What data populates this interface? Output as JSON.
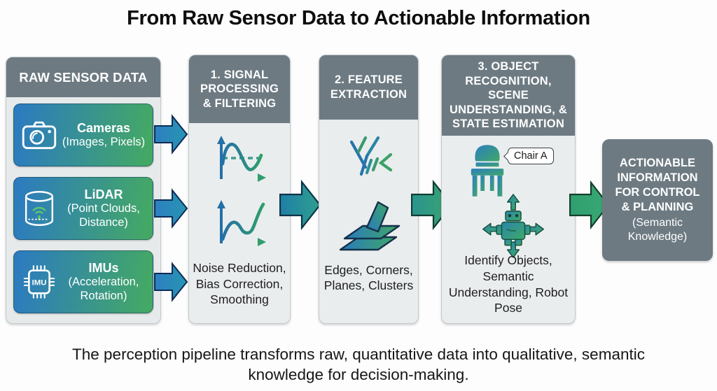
{
  "title": "From Raw Sensor Data to Actionable Information",
  "caption": "The perception pipeline transforms raw, quantitative data into qualitative, semantic knowledge for decision-making.",
  "colors": {
    "header_gray": "#6d7a82",
    "panel_body_gray": "#eaedee",
    "card_gradient_blue": "#2b7ac2",
    "card_gradient_green": "#45aa61",
    "arrow_blue": "#2d7fc0",
    "arrow_teal": "#2a938d",
    "arrow_green": "#35a46e",
    "outline_navy": "#0e2c55"
  },
  "sensor_panel": {
    "header": "RAW SENSOR DATA",
    "items": [
      {
        "icon": "camera-icon",
        "name": "Cameras",
        "detail": "(Images, Pixels)"
      },
      {
        "icon": "lidar-icon",
        "name": "LiDAR",
        "detail": "(Point Clouds, Distance)"
      },
      {
        "icon": "imu-chip-icon",
        "name": "IMUs",
        "detail": "(Acceleration, Rotation)",
        "chip_label": "IMU"
      }
    ]
  },
  "stages": [
    {
      "header": "1. SIGNAL PROCESSING & FILTERING",
      "body": "Noise Reduction, Bias Correction, Smoothing",
      "icons": [
        "signal-wave-chart-icon",
        "smoothing-curve-chart-icon"
      ]
    },
    {
      "header": "2. FEATURE EXTRACTION",
      "body": "Edges, Corners, Planes, Clusters",
      "icons": [
        "edge-lines-icon",
        "planes-stack-icon"
      ]
    },
    {
      "header": "3. OBJECT RECOGNITION, SCENE UNDERSTANDING, & STATE ESTIMATION",
      "body": "Identify Objects, Semantic Understanding, Robot Pose",
      "icons": [
        "chair-icon",
        "robot-pose-icon"
      ],
      "tag": "Chair A"
    }
  ],
  "output_panel": {
    "header": "ACTIONABLE INFORMATION FOR CONTROL & PLANNING",
    "subtext": "(Semantic Knowledge)"
  }
}
